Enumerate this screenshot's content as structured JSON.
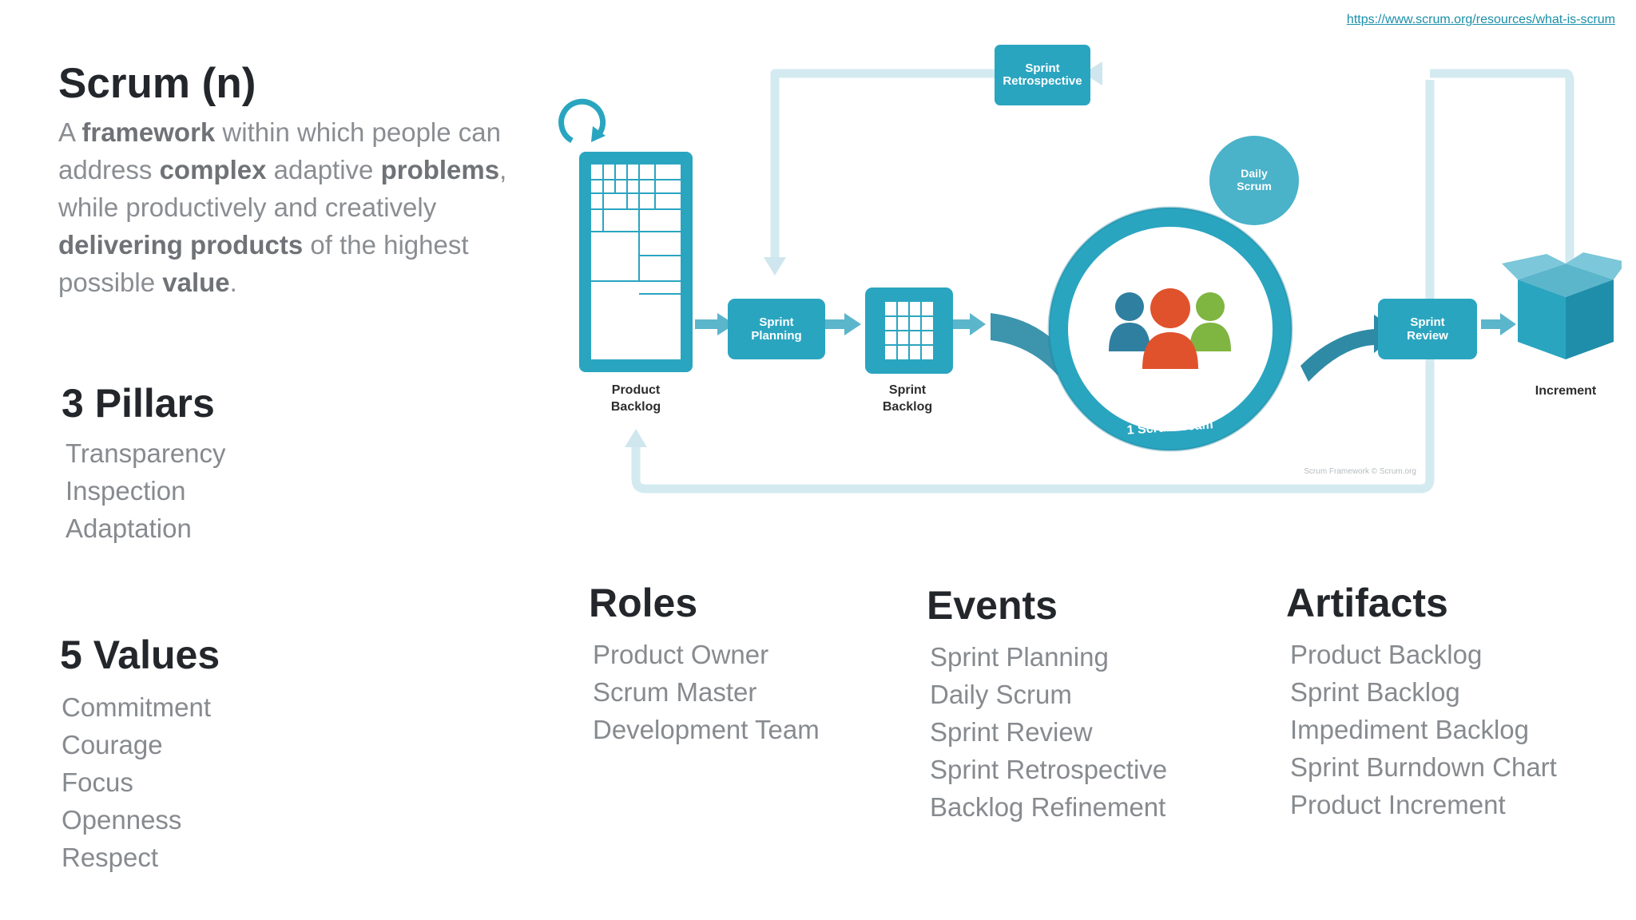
{
  "source_link": "https://www.scrum.org/resources/what-is-scrum",
  "title": "Scrum (n)",
  "definition": {
    "p1": "A ",
    "b1": "framework",
    "p2": " within which people can address ",
    "b2": "complex",
    "p3": " adaptive ",
    "b3": "problems",
    "p4": ", while productively and creatively ",
    "b4": "delivering products",
    "p5": " of the highest possible ",
    "b5": "value",
    "p6": "."
  },
  "pillars": {
    "heading": "3 Pillars",
    "items": [
      "Transparency",
      "Inspection",
      "Adaptation"
    ]
  },
  "values": {
    "heading": "5 Values",
    "items": [
      "Commitment",
      "Courage",
      "Focus",
      "Openness",
      "Respect"
    ]
  },
  "roles": {
    "heading": "Roles",
    "items": [
      "Product Owner",
      "Scrum Master",
      "Development Team"
    ]
  },
  "events": {
    "heading": "Events",
    "items": [
      "Sprint Planning",
      "Daily Scrum",
      "Sprint Review",
      "Sprint Retrospective",
      "Backlog Refinement"
    ]
  },
  "artifacts": {
    "heading": "Artifacts",
    "items": [
      "Product Backlog",
      "Sprint Backlog",
      "Impediment Backlog",
      "Sprint Burndown Chart",
      "Product Increment"
    ]
  },
  "diagram": {
    "retrospective_1": "Sprint",
    "retrospective_2": "Retrospective",
    "planning_1": "Sprint",
    "planning_2": "Planning",
    "review_1": "Sprint",
    "review_2": "Review",
    "daily_1": "Daily",
    "daily_2": "Scrum",
    "product_backlog_1": "Product",
    "product_backlog_2": "Backlog",
    "sprint_backlog_1": "Sprint",
    "sprint_backlog_2": "Backlog",
    "increment": "Increment",
    "team": "1 Scrum Team",
    "credit": "Scrum Framework © Scrum.org",
    "colors": {
      "teal": "#2aa5c0",
      "light": "#d4eaf1",
      "dark": "#1c7f98"
    }
  }
}
